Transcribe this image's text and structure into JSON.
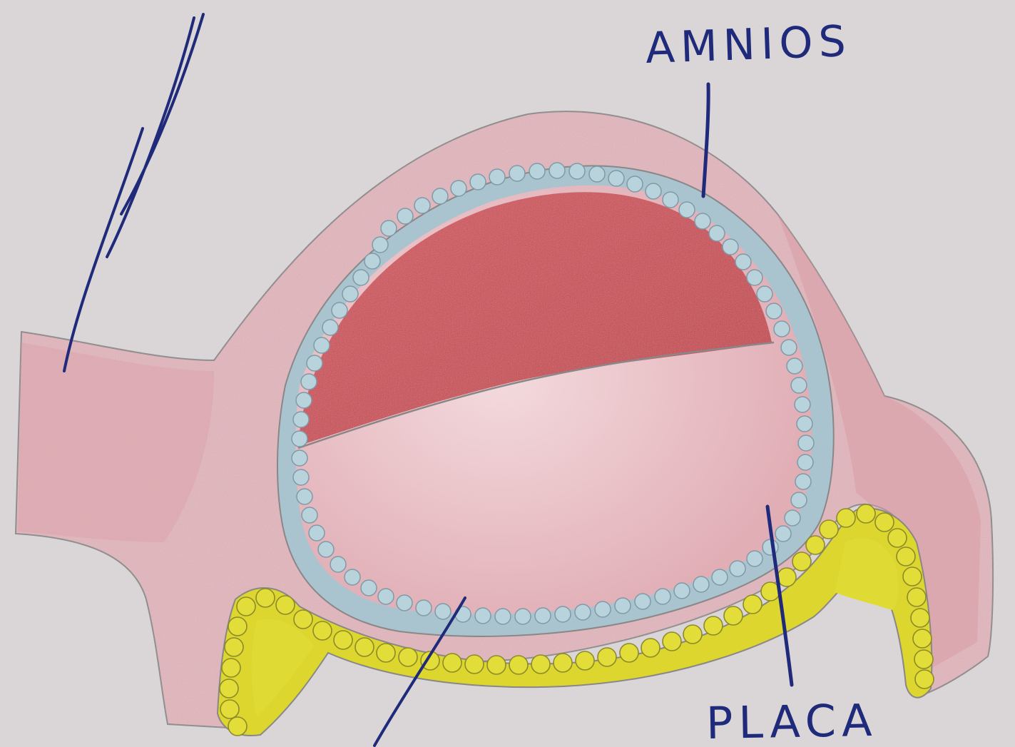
{
  "labels": {
    "amnios": "AMNIOS",
    "placa": "PLACA"
  },
  "colors": {
    "paper": "#dad6d8",
    "outer_tissue": "#e3b6bd",
    "outer_tissue_dark": "#d99aa4",
    "amnion_ring": "#a9c4cf",
    "amnion_cells": "#b8d3dc",
    "upper_cavity": "#cd4a53",
    "lower_cavity": "#eac3ca",
    "placenta_yellow": "#dcd62e",
    "placenta_cells": "#e3dd3a",
    "ink": "#1f2a7a",
    "pencil_outline": "#8a8788"
  },
  "icons": {
    "leader_lines": "ink-pointer-line"
  }
}
